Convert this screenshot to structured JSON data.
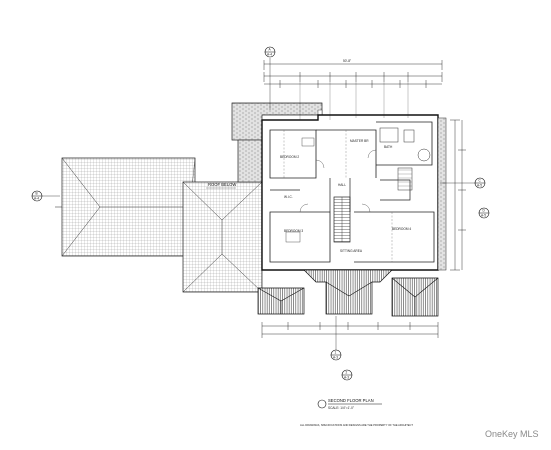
{
  "drawing": {
    "title": "SECOND FLOOR PLAN",
    "scale": "SCALE: 1/4\"=1'-0\"",
    "roof_note": "ROOF BELOW",
    "dimension_overall": "50'-8\""
  },
  "rooms": [
    {
      "label": "BEDROOM 2"
    },
    {
      "label": "MASTER BR"
    },
    {
      "label": "BEDROOM 3"
    },
    {
      "label": "BEDROOM 4"
    },
    {
      "label": "HALL"
    },
    {
      "label": "SITTING AREA"
    },
    {
      "label": "BATH"
    },
    {
      "label": "W.I.C."
    }
  ],
  "markers": [
    {
      "id": "A",
      "sheet": "A-4"
    },
    {
      "id": "B",
      "sheet": "A-4"
    },
    {
      "id": "C",
      "sheet": "A-5"
    },
    {
      "id": "D",
      "sheet": "A-5"
    },
    {
      "id": "1",
      "sheet": "A-3"
    },
    {
      "id": "2",
      "sheet": "A-3"
    }
  ],
  "footer": {
    "fine_print": "ALL DRAWINGS, SPECIFICATIONS AND DESIGNS ARE THE PROPERTY OF THE ARCHITECT",
    "watermark": "OneKey MLS"
  }
}
